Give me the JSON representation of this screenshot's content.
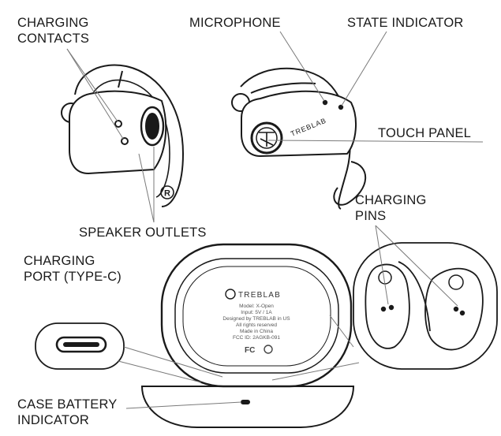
{
  "labels": {
    "charging_contacts": [
      "CHARGING",
      "CONTACTS"
    ],
    "microphone": "MICROPHONE",
    "state_indicator": "STATE INDICATOR",
    "touch_panel": "TOUCH PANEL",
    "charging_pins": [
      "CHARGING",
      "PINS"
    ],
    "speaker_outlets": "SPEAKER OUTLETS",
    "charging_port": [
      "CHARGING",
      "PORT (TYPE-C)"
    ],
    "case_battery_indicator": [
      "CASE BATTERY",
      "INDICATOR"
    ]
  },
  "earbud": {
    "brand": "TREBLAB",
    "side_mark": "R"
  },
  "case_lid": {
    "brand": "TREBLAB",
    "lines": [
      "Model: X-Open",
      "Input: 5V / 1A",
      "Designed by TREBLAB in US",
      "All rights reserved",
      "Made in China",
      "FCC ID: 2AGKB-091"
    ],
    "cert_marks": "FC"
  },
  "colors": {
    "line": "#1a1a1a",
    "leader": "#7a7a7a",
    "body_fill": "#ffffff"
  }
}
